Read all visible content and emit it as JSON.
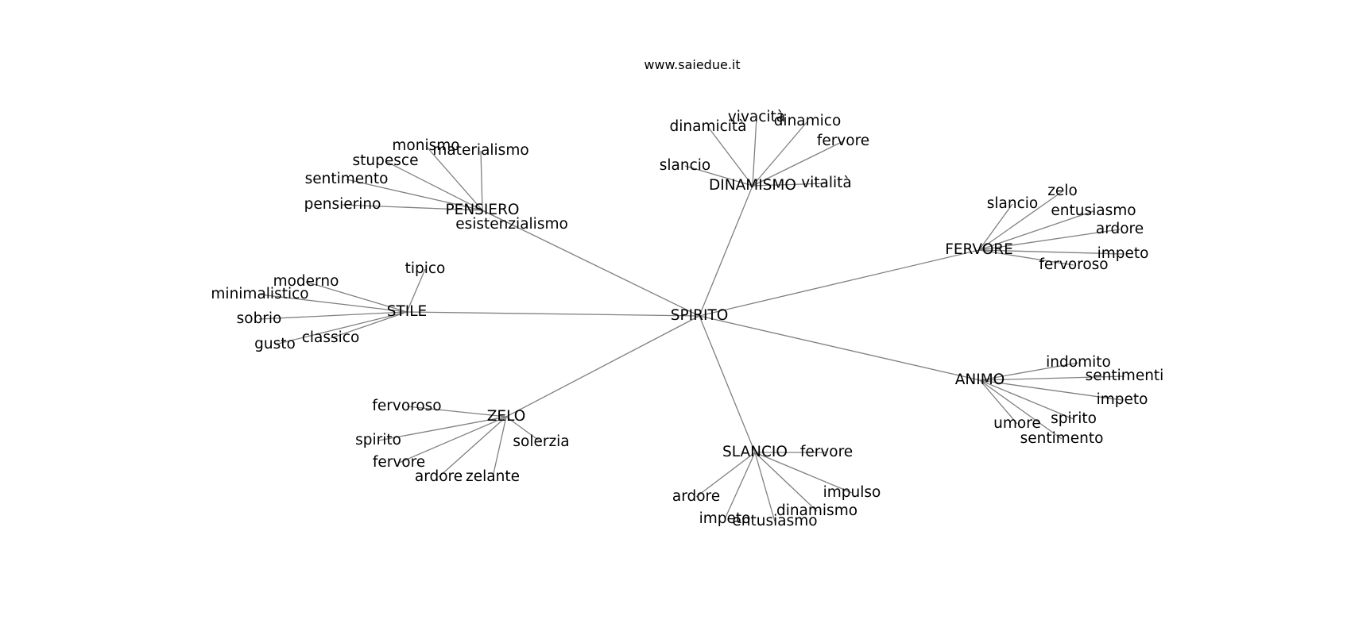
{
  "site_url": "www.saiedue.it",
  "graph": {
    "center": "SPIRITO",
    "clusters": [
      {
        "hub": "PENSIERO",
        "words": [
          "monismo",
          "materialismo",
          "stupesce",
          "sentimento",
          "pensierino",
          "esistenzialismo"
        ]
      },
      {
        "hub": "DINAMISMO",
        "words": [
          "dinamicità",
          "vivacità",
          "dinamico",
          "fervore",
          "slancio",
          "vitalità"
        ]
      },
      {
        "hub": "FERVORE",
        "words": [
          "slancio",
          "zelo",
          "entusiasmo",
          "ardore",
          "impeto",
          "fervoroso"
        ]
      },
      {
        "hub": "STILE",
        "words": [
          "tipico",
          "moderno",
          "minimalistico",
          "sobrio",
          "classico",
          "gusto"
        ]
      },
      {
        "hub": "ANIMO",
        "words": [
          "indomito",
          "sentimenti",
          "impeto",
          "spirito",
          "umore",
          "sentimento"
        ]
      },
      {
        "hub": "ZELO",
        "words": [
          "fervoroso",
          "spirito",
          "fervore",
          "ardore",
          "zelante",
          "solerzia"
        ]
      },
      {
        "hub": "SLANCIO",
        "words": [
          "fervore",
          "impulso",
          "dinamismo",
          "entusiasmo",
          "impeto",
          "ardore"
        ]
      }
    ]
  }
}
